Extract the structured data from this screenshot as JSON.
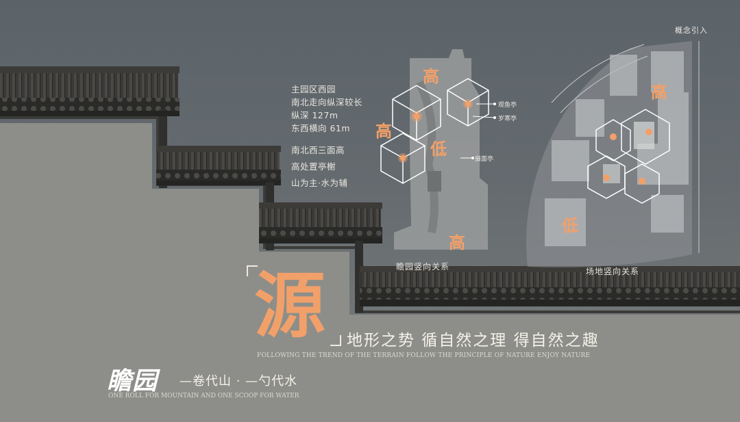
{
  "intro": {
    "lines": [
      "主园区西园",
      "南北走向纵深较长",
      "纵深 127m",
      "东西横向 61m",
      "南北西三面高",
      "高处置亭榭",
      "山为主·水为辅"
    ]
  },
  "left_map": {
    "markers": [
      "高",
      "高",
      "低",
      "高"
    ],
    "pavilions": [
      "观鱼亭",
      "岁寒亭",
      "扇面亭"
    ],
    "caption": "瞻园竖向关系"
  },
  "right_map": {
    "markers": [
      "高",
      "低"
    ],
    "caption": "场地竖向关系"
  },
  "corner_label": "概念引入",
  "headline": {
    "big_char": "源",
    "slogan": "地形之势  循自然之理  得自然之趣",
    "slogan_en": "FOLLOWING THE TREND OF THE TERRAIN    FOLLOW THE PRINCIPLE OF NATURE     ENJOY NATURE"
  },
  "brand": {
    "name": "瞻园",
    "tagline": "—卷代山 · —勺代水",
    "tagline_en": "ONE ROLL FOR MOUNTAIN AND ONE SCOOP FOR WATER"
  },
  "colors": {
    "accent": "#f2a06a",
    "sky": "#5b6369",
    "wall": "#8b8c87",
    "roof": "#2f2f2d"
  }
}
